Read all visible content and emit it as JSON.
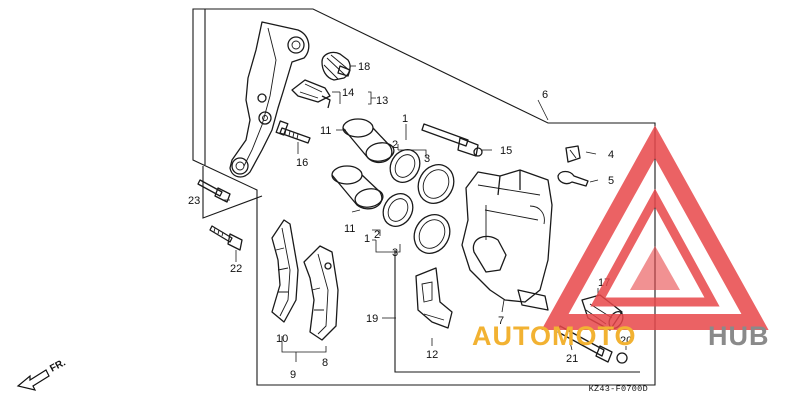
{
  "diagram": {
    "code": "KZ43-F0700D",
    "direction_label": "FR.",
    "parts": [
      {
        "num": "1"
      },
      {
        "num": "1"
      },
      {
        "num": "2"
      },
      {
        "num": "2"
      },
      {
        "num": "3"
      },
      {
        "num": "3"
      },
      {
        "num": "4"
      },
      {
        "num": "5"
      },
      {
        "num": "6"
      },
      {
        "num": "7"
      },
      {
        "num": "8"
      },
      {
        "num": "9"
      },
      {
        "num": "10"
      },
      {
        "num": "11"
      },
      {
        "num": "11"
      },
      {
        "num": "12"
      },
      {
        "num": "13"
      },
      {
        "num": "14"
      },
      {
        "num": "15"
      },
      {
        "num": "16"
      },
      {
        "num": "17"
      },
      {
        "num": "18"
      },
      {
        "num": "19"
      },
      {
        "num": "20"
      },
      {
        "num": "21"
      },
      {
        "num": "22"
      },
      {
        "num": "23"
      }
    ]
  },
  "watermark": {
    "part1": "AUTOMOTO",
    "part2": "HUB",
    "color_accent": "#f2b232",
    "color_triangle": "#e8474a",
    "color_secondary": "#8a8a8a"
  }
}
